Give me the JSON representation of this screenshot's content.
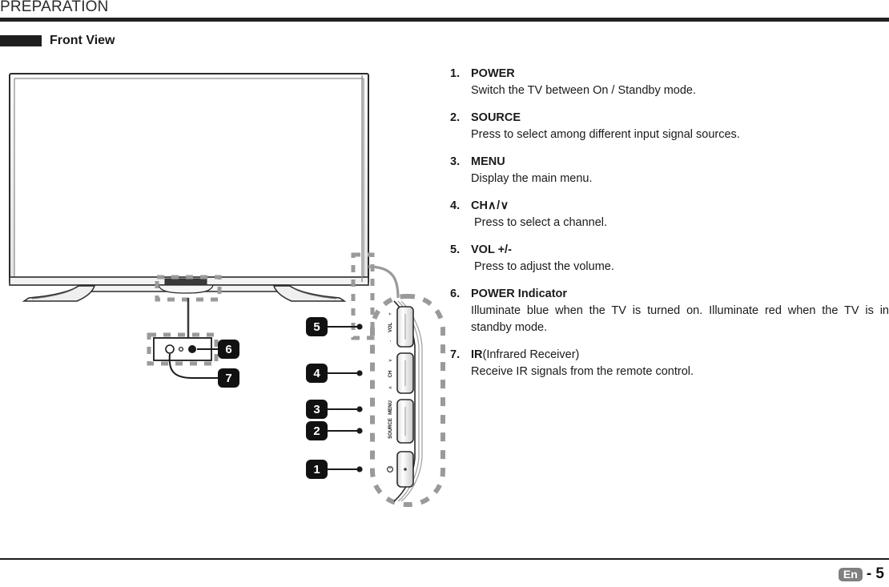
{
  "header": {
    "chapter_title": "PREPARATION"
  },
  "section": {
    "label": "Front View"
  },
  "items": [
    {
      "num": "1.",
      "term": "POWER",
      "term_suffix": "",
      "body": "Switch the TV between On / Standby mode."
    },
    {
      "num": "2.",
      "term": "SOURCE",
      "term_suffix": "",
      "body": "Press to select among different input signal sources."
    },
    {
      "num": "3.",
      "term": "MENU",
      "term_suffix": "",
      "body": "Display the main menu."
    },
    {
      "num": "4.",
      "term": "CH",
      "term_suffix": " ∧/∨",
      "body": "Press to select a channel."
    },
    {
      "num": "5.",
      "term": "VOL +/-",
      "term_suffix": "",
      "body": "Press to adjust the volume."
    },
    {
      "num": "6.",
      "term": "POWER Indicator",
      "term_suffix": "",
      "body": "Illuminate blue when the TV is turned on. Illuminate red when the TV is in standby mode."
    },
    {
      "num": "7.",
      "term": "IR",
      "term_suffix": " (Infrared Receiver)",
      "body": "Receive IR signals from the remote control."
    }
  ],
  "diagram": {
    "callouts": [
      "1",
      "2",
      "3",
      "4",
      "5",
      "6",
      "7"
    ],
    "button_labels": {
      "vol_plus": "+",
      "vol": "VOL",
      "vol_minus": "-",
      "ch_down": "∨",
      "ch": "CH",
      "ch_up": "∧",
      "menu": "MENU",
      "source": "SOURCE",
      "power": "⏻"
    }
  },
  "footer": {
    "language": "En",
    "page_number": "- 5"
  },
  "colors": {
    "rule": "#222222",
    "marker": "#1f1f1f",
    "badge_bg": "#808080",
    "dashed_guide": "#9a9a9a",
    "outline": "#2b2b2b"
  }
}
